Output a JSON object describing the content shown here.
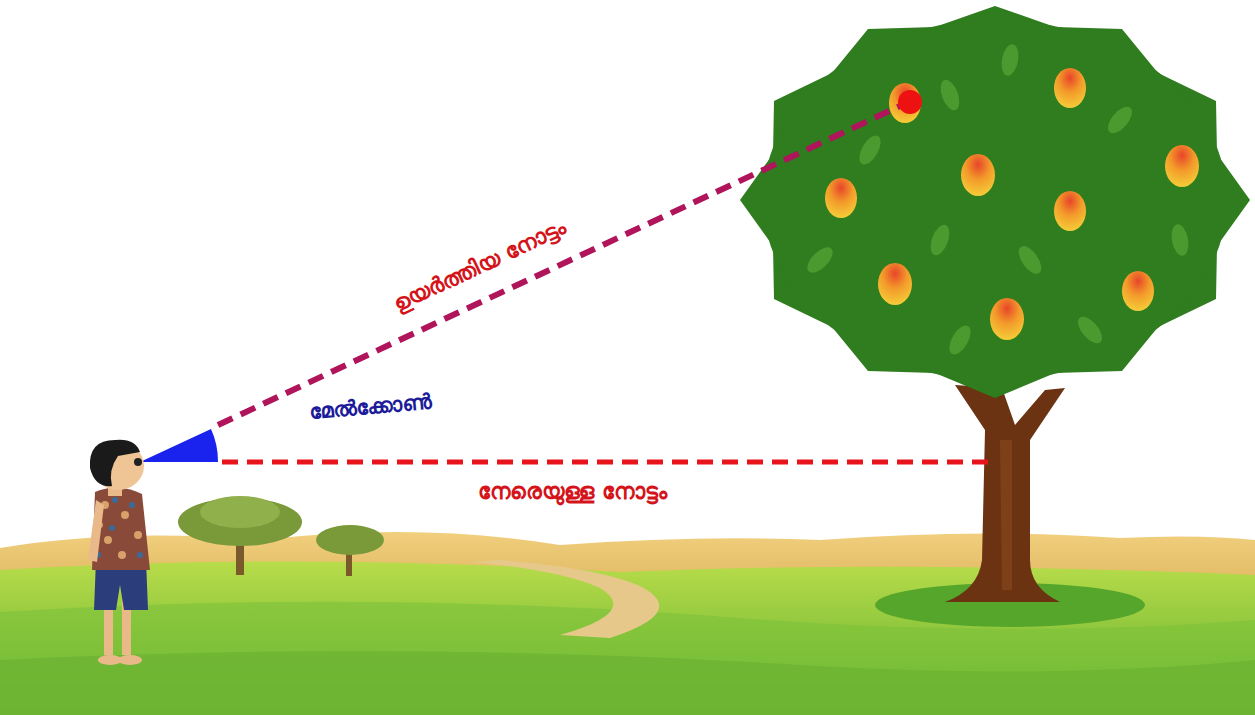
{
  "diagram": {
    "labels": [
      "ഉയർത്തിയ നോട്ടം",
      "മേൽക്കോൺ",
      "നേരെയുള്ള നോട്ടം"
    ]
  }
}
